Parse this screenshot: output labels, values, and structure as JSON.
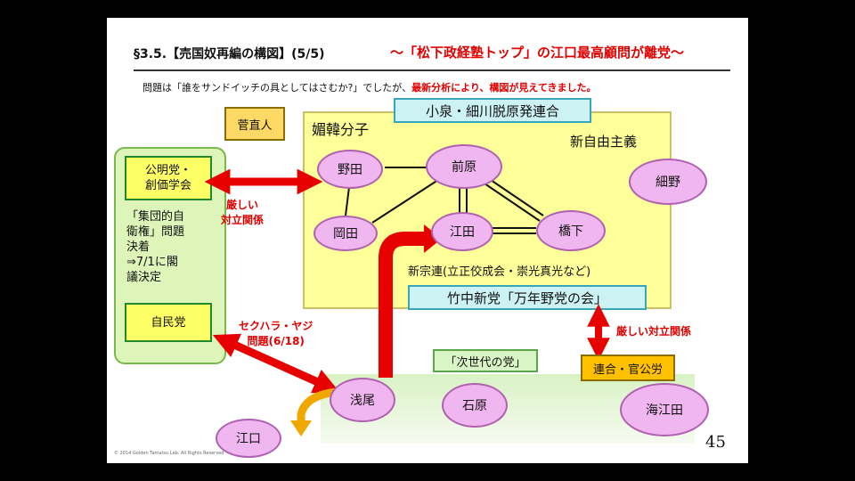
{
  "header": {
    "title": "§3.5.【売国奴再編の構図】(5/5)",
    "subtitle": "〜「松下政経塾トップ」の江口最高顧問が離党〜",
    "intro_prefix": "問題は「誰をサンドイッチの具としてはさむか?」でしたが、",
    "intro_highlight": "最新分析により、構図が見えてきました。"
  },
  "labels": {
    "kan": "菅直人",
    "koizumi_hosokawa": "小泉・細川脱原発連合",
    "seiwa": "媚韓分子",
    "shinjiyu": "新自由主義",
    "shinshuren": "新宗連(立正佼成会・崇光真光など)",
    "takenaka": "竹中新党「万年野党の会」",
    "komei": "公明党・\n創価学会",
    "collective_defense": "「集団的自\n衛権」問題\n決着\n⇒7/1に閣\n議決定",
    "ldp": "自民党",
    "jisedai": "「次世代の党」",
    "rengo": "連合・官公労"
  },
  "nodes": {
    "noda": "野田",
    "maehara": "前原",
    "okada": "岡田",
    "eda": "江田",
    "hashimoto": "橋下",
    "hosono": "細野",
    "asao": "浅尾",
    "ishihara": "石原",
    "eguchi": "江口",
    "kaieda": "海江田"
  },
  "annotations": {
    "conflict1": "厳しい\n対立関係",
    "sekuhara": "セクハラ・ヤジ\n問題(6/18)",
    "conflict2": "厳しい対立関係"
  },
  "footer": {
    "page": "45",
    "copyright": "© 2014 Golden Tamatsu Lab. All Rights Reserved"
  },
  "colors": {
    "arrow_red": "#e60000",
    "arrow_orange": "#f0a800",
    "node_fill": "#f0b6f0",
    "region_yellow": "#ffff99"
  }
}
